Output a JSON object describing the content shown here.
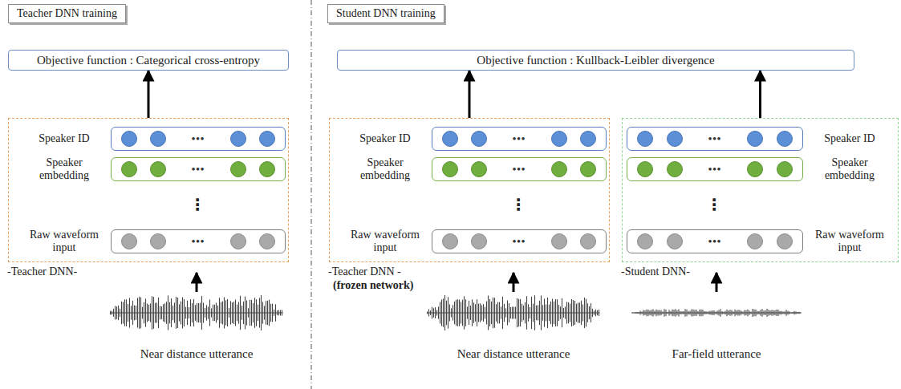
{
  "diagram": {
    "nodes": [
      {
        "text": [
          "Teacher DNN training"
        ]
      },
      {
        "text": [
          "Student DNN training"
        ]
      },
      {
        "text": [
          "Objective function : Categorical cross-entropy"
        ]
      },
      {
        "text": [
          "Objective function : Kullback-Leibler divergence"
        ]
      },
      {
        "text": [
          "-Teacher DNN-"
        ]
      },
      {
        "text": [
          "Speaker ID",
          "•••"
        ],
        "in": 4
      },
      {
        "text": [
          "Speaker embedding",
          "•••"
        ],
        "in": 4
      },
      {
        "text": [
          "Raw waveform input",
          "•••"
        ],
        "in": 4
      },
      {
        "text": [
          "-Teacher DNN -",
          "(frozen network)"
        ]
      },
      {
        "text": [
          "Speaker ID",
          "•••"
        ],
        "in": 8
      },
      {
        "text": [
          "Speaker embedding",
          "•••"
        ],
        "in": 8
      },
      {
        "text": [
          "Raw waveform input",
          "•••"
        ],
        "in": 8
      },
      {
        "text": [
          "-Student DNN-"
        ]
      },
      {
        "text": [
          "Speaker ID",
          "•••"
        ],
        "in": 12
      },
      {
        "text": [
          "Speaker embedding",
          "•••"
        ],
        "in": 12
      },
      {
        "text": [
          "Raw waveform input",
          "•••"
        ],
        "in": 12
      }
    ],
    "edges": [
      {
        "from": 4,
        "to": 2,
        "arrow": "to"
      },
      {
        "from": 8,
        "to": 3,
        "arrow": "to"
      },
      {
        "from": 12,
        "to": 3,
        "arrow": "to"
      }
    ],
    "labels": [
      "⋮",
      "⋮",
      "⋮",
      "Near distance utterance",
      "Near distance utterance",
      "Far-field utterance"
    ]
  }
}
